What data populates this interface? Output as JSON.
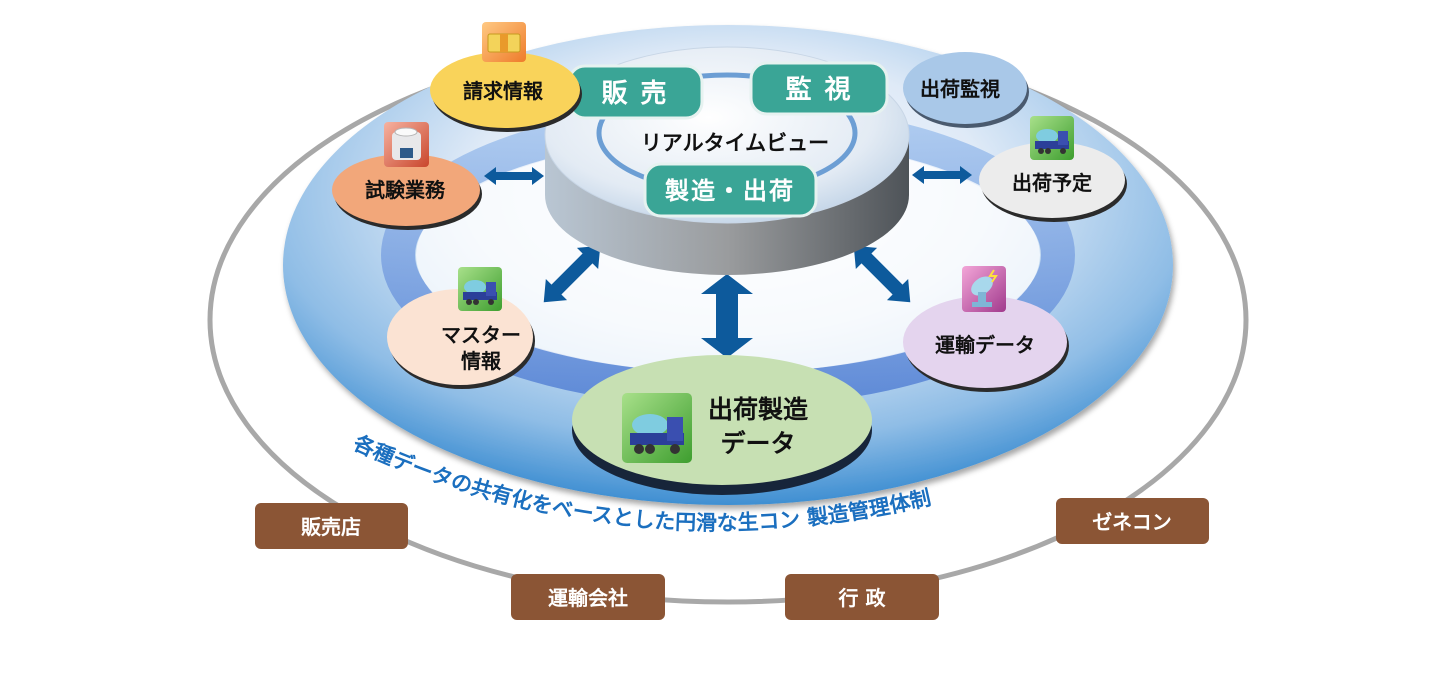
{
  "diagram": {
    "center": {
      "title": "リアルタイムビュー",
      "functions": [
        "販 売",
        "監 視",
        "製造・出荷"
      ]
    },
    "nodes": {
      "billing": {
        "label": "請求情報",
        "icon": "money-bundle-icon",
        "color": "#f9d35a"
      },
      "testing": {
        "label": "試験業務",
        "icon": "test-cylinder-icon",
        "color": "#f2a77a"
      },
      "monitor": {
        "label": "出荷監視",
        "icon": "",
        "color": "#a9c8e8"
      },
      "schedule": {
        "label": "出荷予定",
        "icon": "mixer-truck-icon",
        "color": "#ececec"
      },
      "master": {
        "label_line1": "マスター",
        "label_line2": "情報",
        "icon": "mixer-truck-icon",
        "color": "#fbe3d3"
      },
      "transport": {
        "label": "運輸データ",
        "icon": "satellite-dish-icon",
        "color": "#e4d4ee"
      },
      "production": {
        "label_line1": "出荷製造",
        "label_line2": "データ",
        "icon": "mixer-truck-icon",
        "color": "#c7e0b3"
      }
    },
    "curved_caption": "各種データの共有化をベースとした円滑な生コン 製造管理体制",
    "stakeholders": [
      "販売店",
      "運輸会社",
      "行 政",
      "ゼネコン"
    ],
    "colors": {
      "function_box": "#3aa596",
      "arrow": "#0d5a9c",
      "stakeholder_box": "#8b5535",
      "caption": "#1b6fbf",
      "outer_ring": "#a8a8a8"
    }
  }
}
